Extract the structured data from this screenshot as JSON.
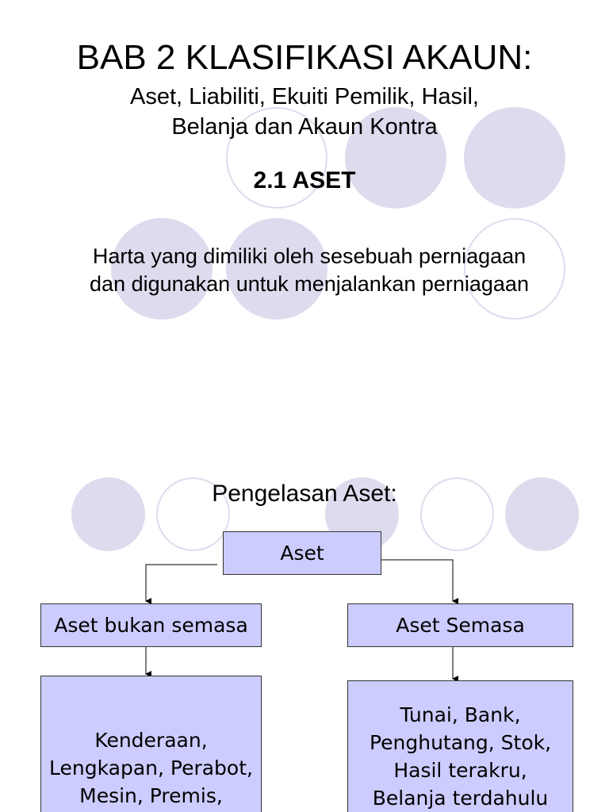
{
  "slide1": {
    "title": "BAB 2 KLASIFIKASI AKAUN:",
    "subtitle_line1": "Aset, Liabiliti, Ekuiti Pemilik, Hasil,",
    "subtitle_line2": "Belanja dan Akaun Kontra",
    "section_heading": "2.1  ASET",
    "definition_line1": "Harta yang dimiliki oleh sesebuah perniagaan",
    "definition_line2": "dan digunakan untuk menjalankan perniagaan"
  },
  "slide2": {
    "heading": "Pengelasan Aset:",
    "root_box": "Aset",
    "left_box": "Aset bukan semasa",
    "right_box": "Aset Semasa",
    "left_detail": [
      "Kenderaan,",
      "Lengkapan, Perabot,",
      "Mesin, Premis,"
    ],
    "right_detail": [
      "Tunai, Bank,",
      "Penghutang, Stok,",
      "Hasil terakru,",
      "Belanja terdahulu"
    ]
  },
  "colors": {
    "circle_fill": "#dcdcee",
    "box_fill": "#ccccff",
    "box_border": "#333333"
  }
}
